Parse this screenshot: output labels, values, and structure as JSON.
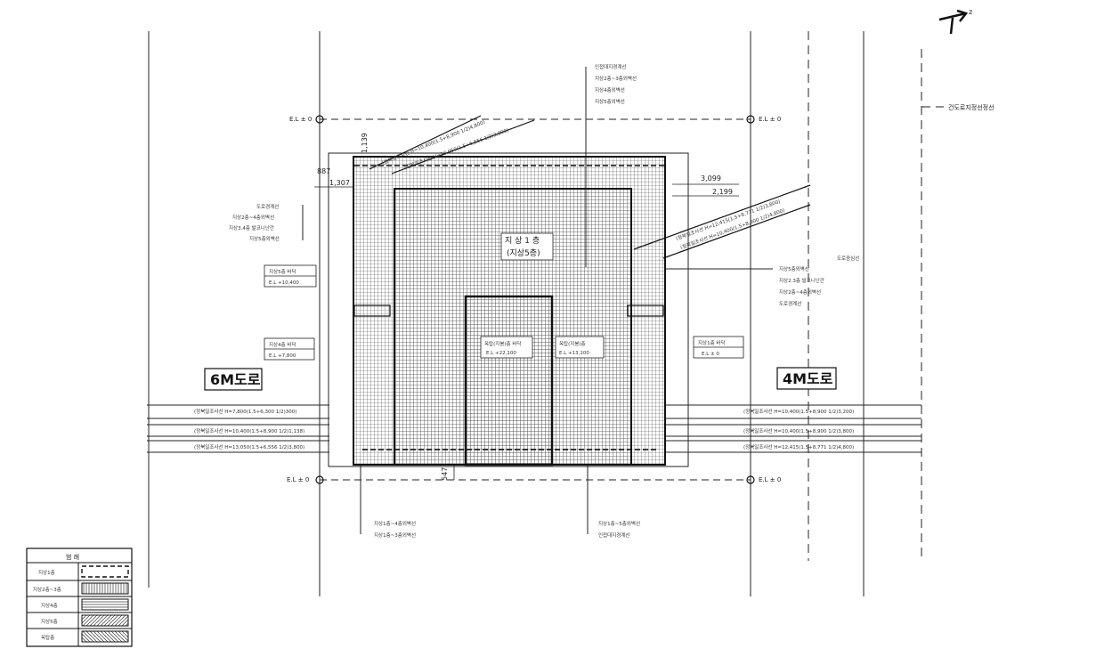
{
  "north": {
    "glyph": "↗",
    "text": "z"
  },
  "roads": {
    "left": "6M도로",
    "right": "4M도로"
  },
  "el_marks": {
    "top_left": "E.L ± 0",
    "top_right": "E.L ± 0",
    "bottom_left": "E.L ± 0",
    "bottom_right": "E.L ± 0"
  },
  "boundary_right": "건도로지정선정선",
  "building": {
    "main_label": "지 상 1 층",
    "main_sub": "(지상5층)",
    "box_left_1": "옥탑(지붕)층 바닥",
    "box_left_2": "E.L +22,100",
    "box_right_1": "옥탑(지붕)층",
    "box_right_2": "E.L +13,100"
  },
  "left_leaders": [
    "도로경계선",
    "지상2층~4층외벽선",
    "지상3.4층 발코니난간",
    "지상5층외벽선"
  ],
  "right_leaders": [
    "지상5층외벽선",
    "지상2.3층 발코니난간",
    "지상2층~4층외벽선",
    "도로경계선"
  ],
  "right_far_label": "도로중심선",
  "top_leaders": [
    "인접대지경계선",
    "지상2층~3층외벽선",
    "지상4층외벽선",
    "지상5층외벽선"
  ],
  "bottom_leaders_left": [
    "지상1층~4층외벽선",
    "지상1층~3층외벽선"
  ],
  "bottom_leaders_right": [
    "지상1층~5층외벽선",
    "인접대지경계선"
  ],
  "floor_boxes": {
    "left_upper_title": "지상5층 바닥",
    "left_upper_el": "E.L +10,400",
    "left_lower_title": "지상4층 바닥",
    "left_lower_el": "E.L +7,800",
    "right_title": "지상1층 바닥",
    "right_el": "E.L ± 0"
  },
  "dims": {
    "d1": "1,139",
    "d2": "887",
    "d3": "1,307",
    "d4": "3,099",
    "d5": "2,199",
    "d6": "547"
  },
  "setbacks_left": [
    "(정북일조사선 H=7,800(1.5+6,300 1/2)300)",
    "(정북일조사선 H=10,400(1.5+8,900 1/2)1,138)",
    "(정북일조사선 H=13,050(1.5+6,556 1/2)3,800)"
  ],
  "setbacks_right": [
    "(정북일조사선 H=10,400(1.5+8,900 1/2)3,200)",
    "(정북일조사선 H=10,400(1.5+8,900 1/2)3,800)",
    "(정북일조사선 H=12,415(1.5+8,771 1/2)4,800)"
  ],
  "diag_left": [
    "(정북일조사선 H=10,400(1.5+8,900 1/2)4,800)",
    "(정북일조사선 H=13,050(1.5+6,556 1/2)3,800)"
  ],
  "diag_right": [
    "(정북일조사선 H=12,415(1.5+8,771 1/2)3,800)",
    "(정북일조사선 H=10,400(1.5+8,900 1/2)4,800)"
  ],
  "legend": {
    "title": "범  례",
    "rows": [
      "지상1층",
      "지상2층~3층",
      "지상4층",
      "지상5층",
      "옥탑층"
    ]
  }
}
